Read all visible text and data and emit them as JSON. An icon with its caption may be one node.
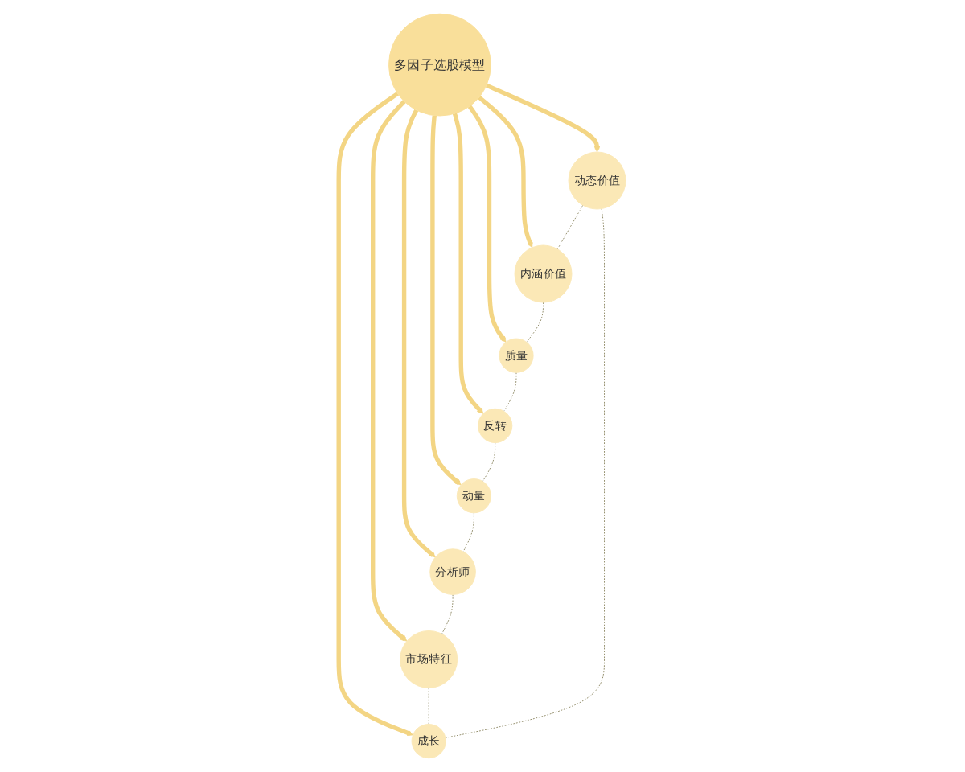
{
  "diagram": {
    "nodes": [
      {
        "text": [
          "多因子选股模型"
        ]
      },
      {
        "text": [
          "动态价值"
        ]
      },
      {
        "text": [
          "内涵价值"
        ]
      },
      {
        "text": [
          "质量"
        ]
      },
      {
        "text": [
          "反转"
        ]
      },
      {
        "text": [
          "动量"
        ]
      },
      {
        "text": [
          "分析师"
        ]
      },
      {
        "text": [
          "市场特征"
        ]
      },
      {
        "text": [
          "成长"
        ]
      }
    ],
    "edges": [
      {
        "from": 0,
        "to": 1,
        "arrow": "to",
        "style": "thick",
        "color": "#f3d584"
      },
      {
        "from": 0,
        "to": 2,
        "arrow": "to",
        "style": "thick",
        "color": "#f3d584"
      },
      {
        "from": 0,
        "to": 3,
        "arrow": "to",
        "style": "thick",
        "color": "#f3d584"
      },
      {
        "from": 0,
        "to": 4,
        "arrow": "to",
        "style": "thick",
        "color": "#f3d584"
      },
      {
        "from": 0,
        "to": 5,
        "arrow": "to",
        "style": "thick",
        "color": "#f3d584"
      },
      {
        "from": 0,
        "to": 6,
        "arrow": "to",
        "style": "thick",
        "color": "#f3d584"
      },
      {
        "from": 0,
        "to": 7,
        "arrow": "to",
        "style": "thick",
        "color": "#f3d584"
      },
      {
        "from": 0,
        "to": 8,
        "arrow": "to",
        "style": "thick",
        "color": "#f3d584"
      },
      {
        "from": 1,
        "to": 2,
        "arrow": "none",
        "style": "dashed",
        "color": "#8a8460"
      },
      {
        "from": 2,
        "to": 3,
        "arrow": "none",
        "style": "dashed",
        "color": "#8a8460"
      },
      {
        "from": 3,
        "to": 4,
        "arrow": "none",
        "style": "dashed",
        "color": "#8a8460"
      },
      {
        "from": 4,
        "to": 5,
        "arrow": "none",
        "style": "dashed",
        "color": "#8a8460"
      },
      {
        "from": 5,
        "to": 6,
        "arrow": "none",
        "style": "dashed",
        "color": "#8a8460"
      },
      {
        "from": 6,
        "to": 7,
        "arrow": "none",
        "style": "dashed",
        "color": "#8a8460"
      },
      {
        "from": 7,
        "to": 8,
        "arrow": "none",
        "style": "dashed",
        "color": "#8a8460"
      },
      {
        "from": 8,
        "to": 1,
        "arrow": "none",
        "style": "dashed",
        "color": "#8a8460"
      }
    ]
  }
}
